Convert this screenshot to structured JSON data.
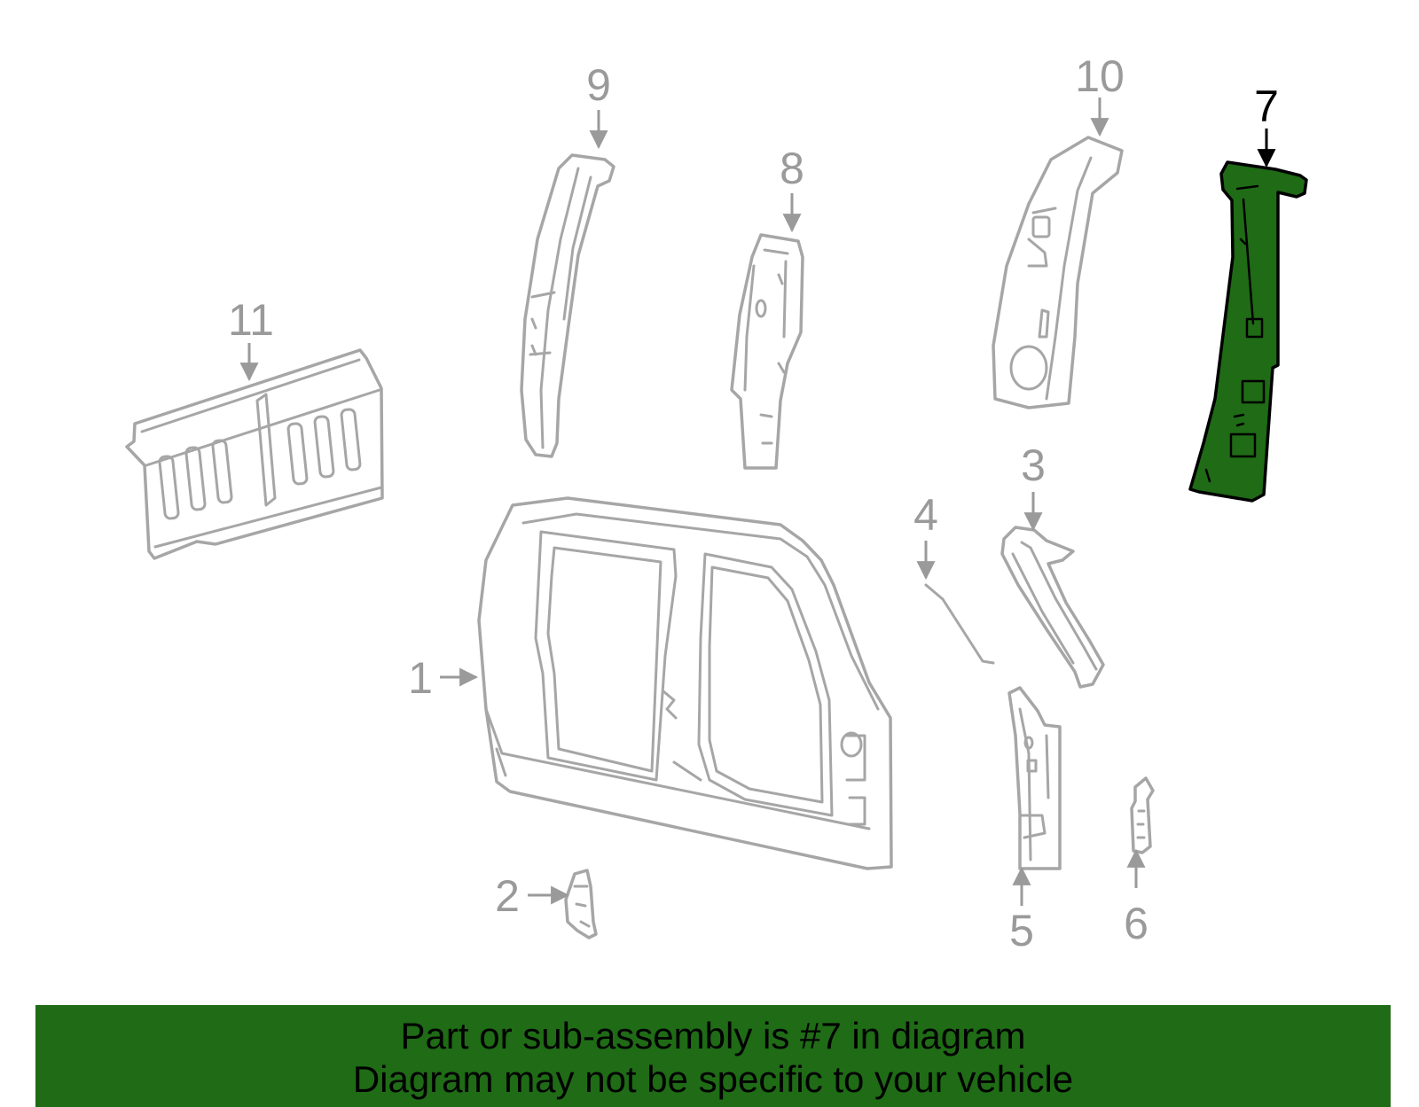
{
  "colors": {
    "highlight": "#1f6b16",
    "banner": "#1f6b16",
    "part_outline": "#a6a6a6",
    "callout_text": "#9a9a9a",
    "highlight_text": "#000000"
  },
  "highlighted_part": "7",
  "callouts": {
    "c1": "1",
    "c2": "2",
    "c3": "3",
    "c4": "4",
    "c5": "5",
    "c6": "6",
    "c7": "7",
    "c8": "8",
    "c9": "9",
    "c10": "10",
    "c11": "11"
  },
  "banner": {
    "line1": "Part or sub-assembly is #7 in diagram",
    "line2": "Diagram may not be specific to your vehicle"
  }
}
